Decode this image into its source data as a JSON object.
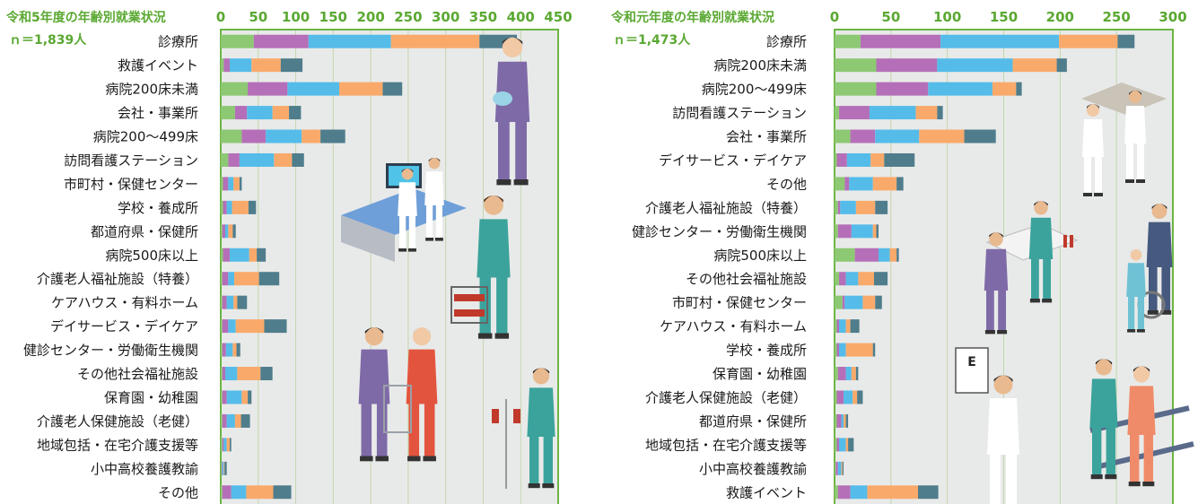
{
  "colors": {
    "seg": [
      "#8dc873",
      "#b56fb8",
      "#55bce9",
      "#f9aa6b",
      "#4f7d8c"
    ],
    "frame": "#6cb544",
    "plot_bg": "#e8eae9",
    "grid": "#c2d6ae"
  },
  "chart_data": [
    {
      "type": "bar",
      "orientation": "horizontal",
      "stacked": true,
      "title": "令和5年度の年齢別就業状況",
      "subtitle": "ｎ＝1,839人",
      "xlim": [
        0,
        450
      ],
      "xticks": [
        0,
        50,
        100,
        150,
        200,
        250,
        300,
        350,
        400,
        450
      ],
      "grid": true,
      "categories": [
        "診療所",
        "救護イベント",
        "病院200床未満",
        "会社・事業所",
        "病院200～499床",
        "訪問看護ステーション",
        "市町村・保健センター",
        "学校・養成所",
        "都道府県・保健所",
        "病院500床以上",
        "介護老人福祉施設（特養）",
        "ケアハウス・有料ホーム",
        "デイサービス・デイケア",
        "健診センター・労働衛生機関",
        "その他社会福祉施設",
        "保育園・幼稚園",
        "介護老人保健施設（老健）",
        "地域包括・在宅介護支援等",
        "小中高校養護教諭",
        "その他"
      ],
      "series": [
        {
          "values": [
            44,
            4,
            36,
            19,
            28,
            10,
            3,
            3,
            2,
            3,
            2,
            2,
            2,
            2,
            2,
            2,
            2,
            2,
            1,
            2
          ]
        },
        {
          "values": [
            73,
            8,
            53,
            16,
            32,
            15,
            7,
            5,
            4,
            9,
            8,
            6,
            8,
            5,
            4,
            6,
            6,
            2,
            1,
            12
          ]
        },
        {
          "values": [
            110,
            29,
            69,
            34,
            48,
            46,
            7,
            7,
            4,
            26,
            8,
            9,
            10,
            9,
            16,
            20,
            11,
            4,
            2,
            20
          ]
        },
        {
          "values": [
            118,
            39,
            58,
            22,
            25,
            24,
            8,
            22,
            6,
            10,
            33,
            5,
            38,
            5,
            31,
            8,
            8,
            4,
            1,
            36
          ]
        },
        {
          "values": [
            50,
            29,
            26,
            16,
            33,
            16,
            3,
            10,
            4,
            12,
            27,
            13,
            30,
            5,
            16,
            5,
            12,
            2,
            3,
            24
          ]
        }
      ]
    },
    {
      "type": "bar",
      "orientation": "horizontal",
      "stacked": true,
      "title": "令和元年度の年齢別就業状況",
      "subtitle": "ｎ＝1,473人",
      "xlim": [
        0,
        300
      ],
      "xticks": [
        0,
        50,
        100,
        150,
        200,
        250,
        300
      ],
      "grid": true,
      "categories": [
        "診療所",
        "病院200床未満",
        "病院200～499床",
        "訪問看護ステーション",
        "会社・事業所",
        "デイサービス・デイケア",
        "その他",
        "介護老人福祉施設（特養）",
        "健診センター・労働衛生機関",
        "病院500床以上",
        "その他社会福祉施設",
        "市町村・保健センター",
        "ケアハウス・有料ホーム",
        "学校・養成所",
        "保育園・幼稚園",
        "介護老人保健施設（老健）",
        "都道府県・保健所",
        "地域包括・在宅介護支援等",
        "小中高校養護教諭",
        "救護イベント"
      ],
      "series": [
        {
          "values": [
            23,
            37,
            37,
            4,
            14,
            2,
            9,
            3,
            3,
            18,
            4,
            7,
            2,
            2,
            3,
            2,
            2,
            2,
            1,
            3
          ]
        },
        {
          "values": [
            71,
            54,
            46,
            27,
            22,
            9,
            4,
            2,
            12,
            21,
            6,
            2,
            2,
            2,
            7,
            6,
            4,
            2,
            2,
            11
          ]
        },
        {
          "values": [
            105,
            67,
            57,
            41,
            39,
            21,
            21,
            14,
            19,
            10,
            11,
            16,
            6,
            6,
            5,
            8,
            2,
            6,
            3,
            15
          ]
        },
        {
          "values": [
            52,
            39,
            21,
            19,
            40,
            12,
            21,
            17,
            3,
            6,
            14,
            11,
            4,
            24,
            4,
            4,
            2,
            2,
            1,
            45
          ]
        },
        {
          "values": [
            15,
            9,
            5,
            5,
            28,
            27,
            6,
            11,
            2,
            2,
            12,
            6,
            8,
            2,
            2,
            5,
            2,
            5,
            1,
            18
          ]
        }
      ]
    }
  ]
}
